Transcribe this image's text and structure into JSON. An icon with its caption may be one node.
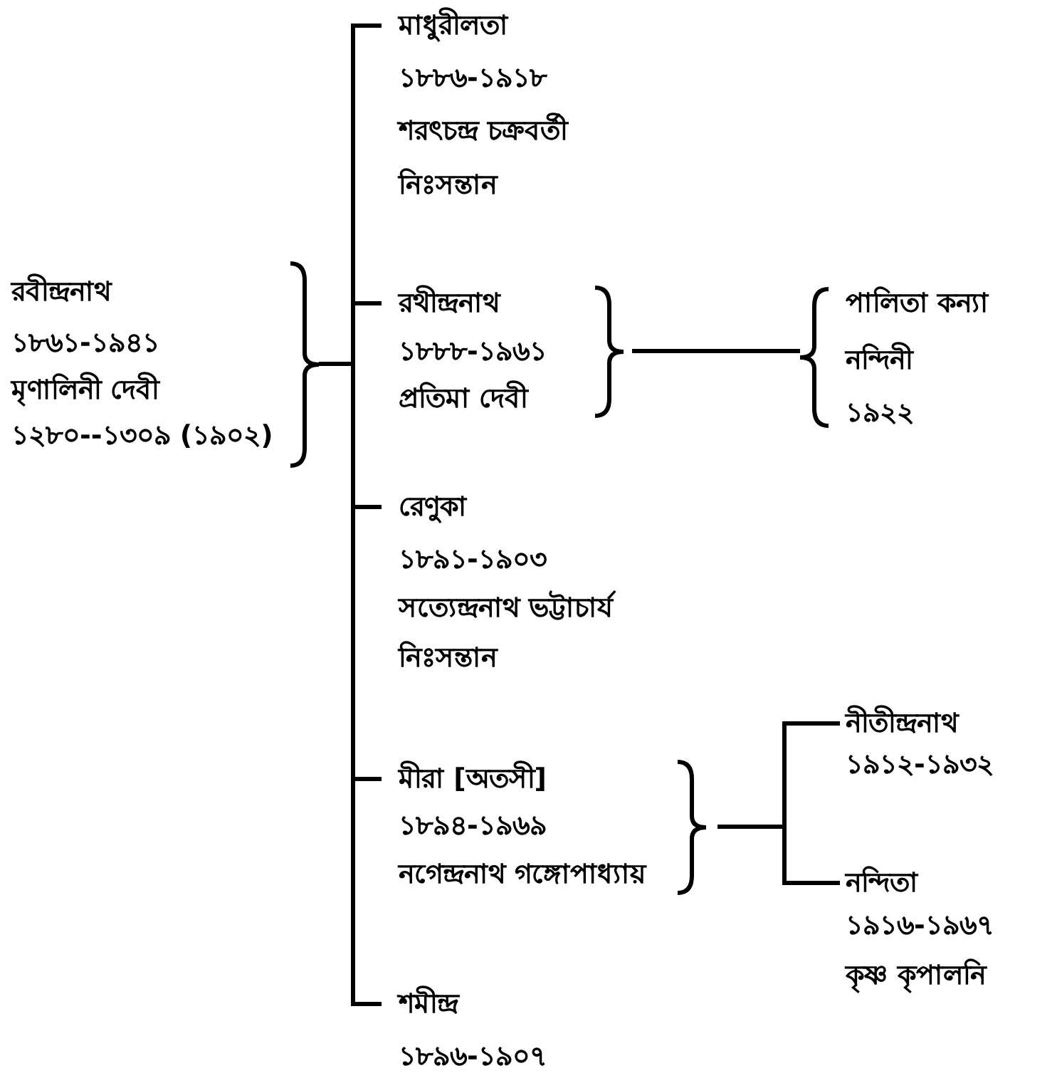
{
  "diagram": {
    "nodes": [
      {
        "text": [
          "রবীন্দ্রনাথ",
          "১৮৬১-১৯৪১",
          "মৃণালিনী দেবী",
          "১২৮০--১৩০৯ (১৯০২)"
        ]
      },
      {
        "text": [
          "মাধুরীলতা",
          "১৮৮৬-১৯১৮",
          "শরৎচন্দ্র চক্রবর্তী",
          "নিঃসন্তান"
        ]
      },
      {
        "text": [
          "রথীন্দ্রনাথ",
          "১৮৮৮-১৯৬১",
          "প্রতিমা দেবী"
        ]
      },
      {
        "text": [
          "পালিতা কন্যা",
          "নন্দিনী",
          "১৯২২"
        ]
      },
      {
        "text": [
          "রেণুকা",
          "১৮৯১-১৯০৩",
          "সত্যেন্দ্রনাথ ভট্টাচার্য",
          "নিঃসন্তান"
        ]
      },
      {
        "text": [
          "মীরা [অতসী]",
          "১৮৯৪-১৯৬৯",
          "নগেন্দ্রনাথ গঙ্গোপাধ্যায়"
        ]
      },
      {
        "text": [
          "নীতীন্দ্রনাথ",
          "১৯১২-১৯৩২"
        ]
      },
      {
        "text": [
          "নন্দিতা",
          "১৯১৬-১৯৬৭",
          "কৃষ্ণ কৃপালনি"
        ]
      },
      {
        "text": [
          "শমীন্দ্র",
          "১৮৯৬-১৯০৭"
        ]
      }
    ],
    "edges": [
      {
        "from": 0,
        "to": 1,
        "arrow": "none"
      },
      {
        "from": 0,
        "to": 2,
        "arrow": "none"
      },
      {
        "from": 0,
        "to": 4,
        "arrow": "none"
      },
      {
        "from": 0,
        "to": 5,
        "arrow": "none"
      },
      {
        "from": 0,
        "to": 8,
        "arrow": "none"
      },
      {
        "from": 2,
        "to": 3,
        "arrow": "none"
      },
      {
        "from": 5,
        "to": 6,
        "arrow": "none"
      },
      {
        "from": 5,
        "to": 7,
        "arrow": "none"
      }
    ]
  }
}
